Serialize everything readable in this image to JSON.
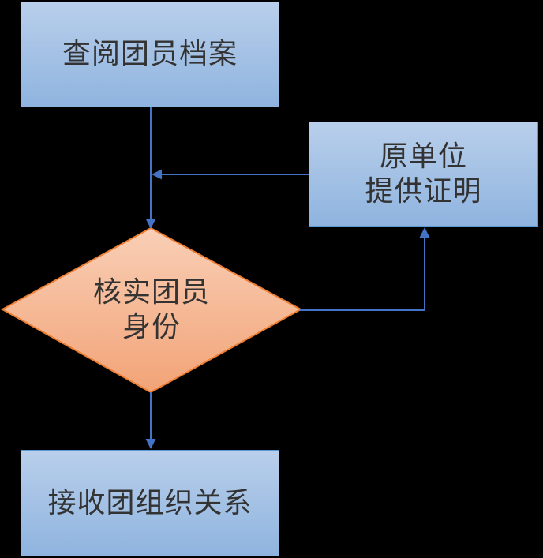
{
  "diagram": {
    "type": "flowchart",
    "background": "#000000"
  },
  "nodes": {
    "review_archive": {
      "label": "查阅团员档案",
      "shape": "rectangle"
    },
    "original_unit": {
      "label": "原单位\n提供证明",
      "shape": "rectangle"
    },
    "verify_identity": {
      "label": "核实团员\n身份",
      "shape": "diamond"
    },
    "receive_relation": {
      "label": "接收团组织关系",
      "shape": "rectangle"
    }
  },
  "edges": [
    {
      "from": "review_archive",
      "to": "verify_identity",
      "direction": "down"
    },
    {
      "from": "original_unit",
      "to": "review_archive_connector",
      "direction": "left"
    },
    {
      "from": "verify_identity",
      "to": "original_unit",
      "direction": "right-then-up"
    },
    {
      "from": "verify_identity",
      "to": "receive_relation",
      "direction": "down"
    }
  ],
  "colors": {
    "background": "#000000",
    "box_fill_top": "#B9CFEB",
    "box_fill_bottom": "#8FB4DF",
    "box_border": "#5B9BD5",
    "diamond_fill_top": "#F9CFB6",
    "diamond_fill_bottom": "#F2A377",
    "diamond_border": "#ED7D31",
    "connector": "#4472C4",
    "text_color": "#333333"
  }
}
